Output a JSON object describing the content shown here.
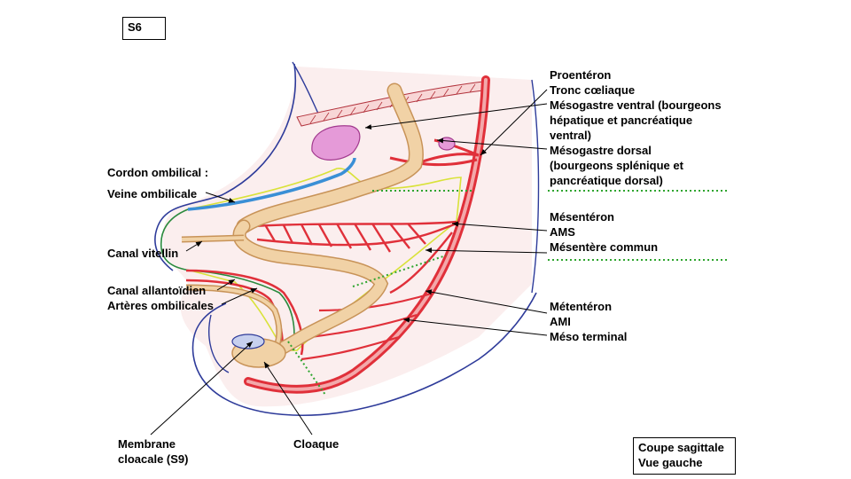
{
  "slide_tag": "S6",
  "view_box": {
    "line1": "Coupe sagittale",
    "line2": "Vue gauche"
  },
  "labels": {
    "proenteron": "Proentéron",
    "tronc_coeliaque": "Tronc cœliaque",
    "mesogastre_ventral_1": "Mésogastre ventral (bourgeons",
    "mesogastre_ventral_2": "hépatique et pancréatique",
    "mesogastre_ventral_3": "ventral)",
    "mesogastre_dorsal_1": "Mésogastre dorsal",
    "mesogastre_dorsal_2": "(bourgeons splénique et",
    "mesogastre_dorsal_3": "pancréatique dorsal)",
    "mesenteron": "Mésentéron",
    "ams": "AMS",
    "mesentere_commun": "Mésentère commun",
    "metenteron": "Métentéron",
    "ami": "AMI",
    "meso_terminal": "Méso terminal",
    "cordon_ombilical": "Cordon ombilical :",
    "veine_ombilicale": "Veine ombilicale",
    "canal_vitellin": "Canal vitellin",
    "canal_allantoidien": "Canal allantoïdien",
    "arteres_ombilicales": "Artères ombilicales",
    "membrane_cloacale_1": "Membrane",
    "membrane_cloacale_2": "cloacale (S9)",
    "cloaque": "Cloaque"
  },
  "colors": {
    "wall": "#2e3b9a",
    "artery": "#e0303a",
    "artery_fill": "#f3a8aa",
    "gut_fill": "#f1d2a6",
    "gut_stroke": "#c89358",
    "vein": "#3a8fd6",
    "yellow_line": "#d9e23a",
    "green_line": "#2b8a3e",
    "dotted_green": "#2fa52f",
    "liver_bud": "#e59ad8",
    "background_tint": "#fbe9e9"
  }
}
